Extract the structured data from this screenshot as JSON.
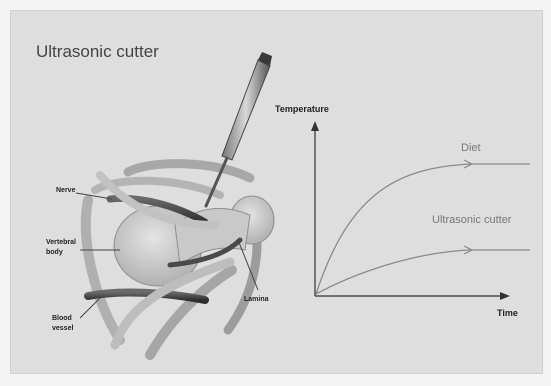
{
  "title": "Ultrasonic cutter",
  "chart": {
    "ylabel": "Temperature",
    "xlabel": "Time",
    "series": [
      {
        "name": "Diet"
      },
      {
        "name": "Ultrasonic cutter"
      }
    ]
  },
  "callouts": {
    "nerve": "Nerve",
    "vertebral_body": [
      "Vertebral",
      "body"
    ],
    "blood_vessel": [
      "Blood",
      "vessel"
    ],
    "lamina": "Lamina"
  },
  "colors": {
    "panel": "#dedede",
    "curve": "#8a8a8a",
    "axis": "#333333"
  }
}
